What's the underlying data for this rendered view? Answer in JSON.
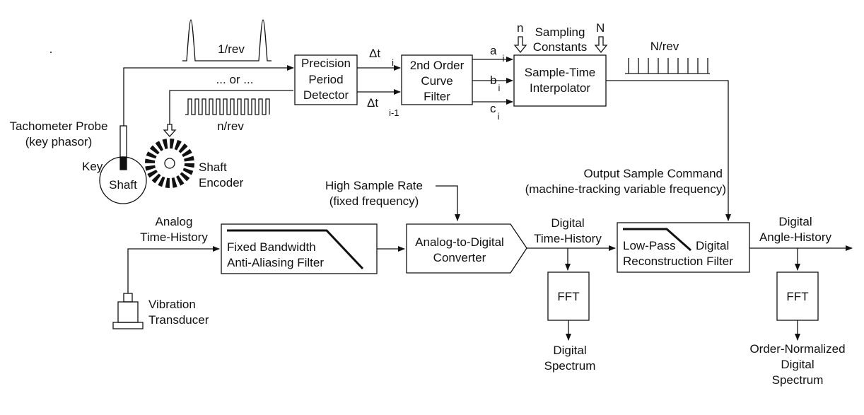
{
  "signals": {
    "one_per_rev": "1/rev",
    "or_text": "... or ...",
    "n_per_rev": "n/rev",
    "N_per_rev": "N/rev"
  },
  "sensors": {
    "tachometer_probe_line1": "Tachometer Probe",
    "tachometer_probe_line2": "(key phasor)",
    "key": "Key",
    "shaft": "Shaft",
    "shaft_encoder_line1": "Shaft",
    "shaft_encoder_line2": "Encoder",
    "vibration_transducer_line1": "Vibration",
    "vibration_transducer_line2": "Transducer"
  },
  "blocks": {
    "period_detector": [
      "Precision",
      "Period",
      "Detector"
    ],
    "curve_fitter": [
      "2nd Order",
      "Curve",
      "Filter"
    ],
    "interpolator": [
      "Sample-Time",
      "Interpolator"
    ],
    "anti_aliasing": [
      "Fixed Bandwidth",
      "Anti-Aliasing Filter"
    ],
    "adc": [
      "Analog-to-Digital",
      "Converter"
    ],
    "reconstruction": [
      "Low-Pass",
      "Digital",
      "Reconstruction Filter"
    ],
    "fft_1": "FFT",
    "fft_2": "FFT"
  },
  "labels": {
    "delta_t": "Δt",
    "sub_i": "i",
    "sub_i_minus_1": "i-1",
    "a": "a",
    "b": "b",
    "c": "c",
    "n": "n",
    "N": "N",
    "sampling_constants": [
      "Sampling",
      "Constants"
    ],
    "output_sample_command": [
      "Output Sample Command",
      "(machine-tracking variable frequency)"
    ],
    "high_sample_rate": [
      "High Sample Rate",
      "(fixed frequency)"
    ],
    "analog_time_history": [
      "Analog",
      "Time-History"
    ],
    "digital_time_history": [
      "Digital",
      "Time-History"
    ],
    "digital_angle_history": [
      "Digital",
      "Angle-History"
    ],
    "digital_spectrum": [
      "Digital",
      "Spectrum"
    ],
    "order_normalized_spectrum": [
      "Order-Normalized",
      "Digital",
      "Spectrum"
    ]
  }
}
